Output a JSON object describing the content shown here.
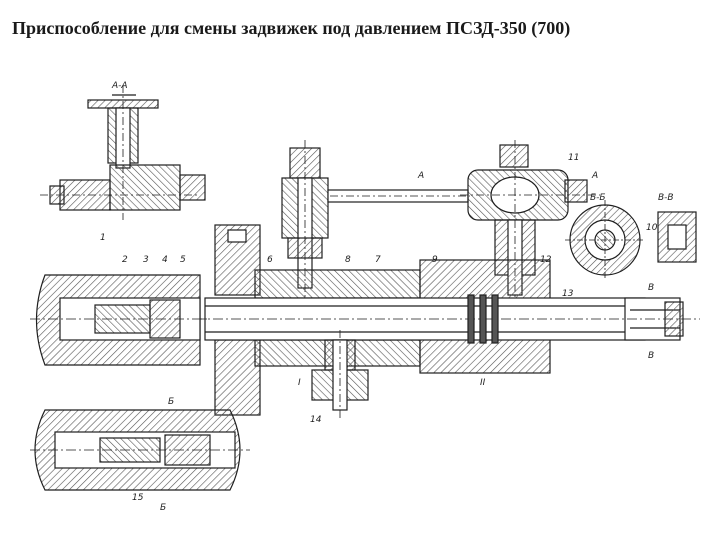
{
  "title": "Приспособление для смены задвижек под давлением ПСЗД-350 (700)",
  "section_labels": {
    "aa": "А-А",
    "a_top": "А",
    "a_right": "А",
    "bb": "Б-Б",
    "b_left": "Б",
    "b_bottom": "Б",
    "vv": "В-В",
    "v_top": "В",
    "v_bottom": "В"
  },
  "part_numbers": [
    "1",
    "2",
    "3",
    "4",
    "5",
    "6",
    "8",
    "7",
    "9",
    "12",
    "13",
    "11",
    "10",
    "14",
    "15",
    "I",
    "II"
  ],
  "colors": {
    "ink": "#1f1f1f",
    "hatch": "#6b6b6b",
    "paper": "#ffffff"
  }
}
